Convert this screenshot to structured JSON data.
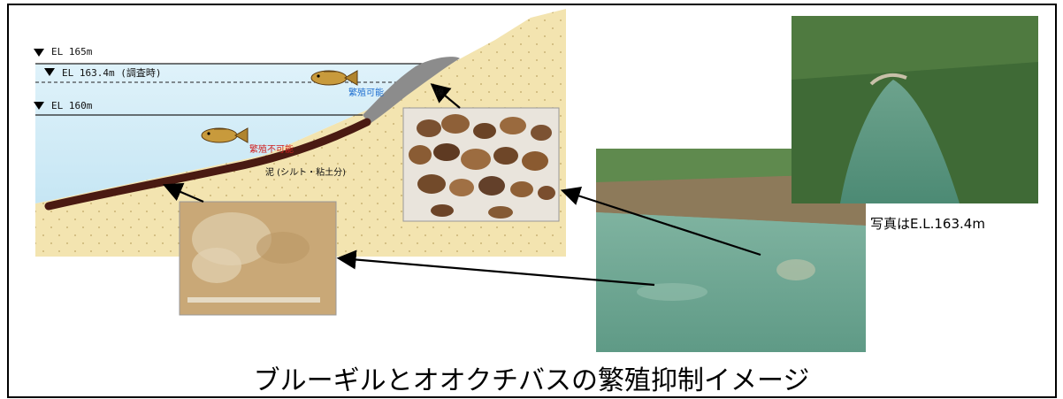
{
  "levels": {
    "el165": "EL 165m",
    "el1634": "EL 163.4m (調査時)",
    "el160": "EL 160m"
  },
  "labels": {
    "spawn_ok": "繁殖可能",
    "spawn_ng": "繁殖不可能",
    "gravel": "礫",
    "mud": "泥 (シルト・粘土分)"
  },
  "photo_caption": "写真はE.L.163.4m",
  "title": "ブルーギルとオオクチバスの繁殖抑制イメージ",
  "colors": {
    "water": "#cfe9f5",
    "sand": "#f3e4b0",
    "mud_line": "#4a1a12",
    "gravel_band": "#8c8c8c",
    "spawn_ok_text": "#1f6fd0",
    "spawn_ng_text": "#d02020"
  }
}
